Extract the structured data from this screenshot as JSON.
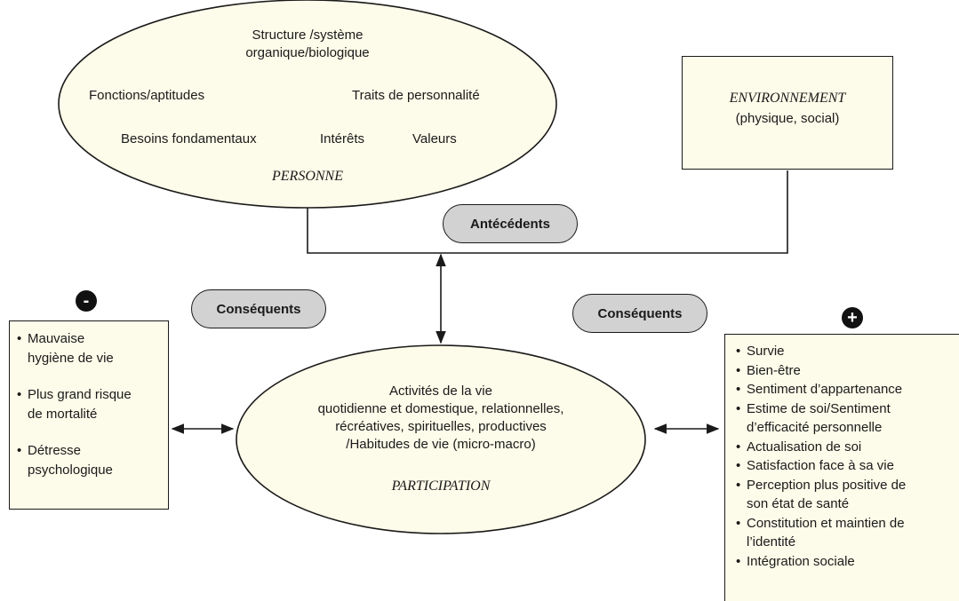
{
  "personne": {
    "structure_line1": "Structure /système",
    "structure_line2": "organique/biologique",
    "fonctions": "Fonctions/aptitudes",
    "traits": "Traits de personnalité",
    "besoins": "Besoins fondamentaux",
    "interets": "Intérêts",
    "valeurs": "Valeurs",
    "title": "PERSONNE"
  },
  "environnement": {
    "title": "ENVIRONNEMENT",
    "subtitle": "(physique, social)"
  },
  "antecedents": "Antécédents",
  "consequents_left": "Conséquents",
  "consequents_right": "Conséquents",
  "negative": {
    "sign": "-",
    "items": [
      [
        "Mauvaise",
        "hygiène de vie"
      ],
      [
        "Plus grand risque",
        "de mortalité"
      ],
      [
        "Détresse",
        "psychologique"
      ]
    ]
  },
  "positive": {
    "sign": "+",
    "items": [
      [
        "Survie"
      ],
      [
        "Bien-être"
      ],
      [
        "Sentiment d’appartenance"
      ],
      [
        "Estime de soi/Sentiment",
        "d’efficacité personnelle"
      ],
      [
        "Actualisation de soi"
      ],
      [
        "Satisfaction face à sa vie"
      ],
      [
        "Perception plus positive de",
        "son état de santé"
      ],
      [
        "Constitution et maintien de",
        "l’identité"
      ],
      [
        "Intégration sociale"
      ]
    ]
  },
  "participation": {
    "line1": "Activités de la vie",
    "line2": "quotidienne et domestique, relationnelles,",
    "line3": "récréatives, spirituelles, productives",
    "line4": "/Habitudes de vie (micro-macro)",
    "title": "PARTICIPATION"
  },
  "colors": {
    "fill": "#fdfbe9",
    "pill": "#d2d2d2",
    "stroke": "#1a1a1a"
  }
}
